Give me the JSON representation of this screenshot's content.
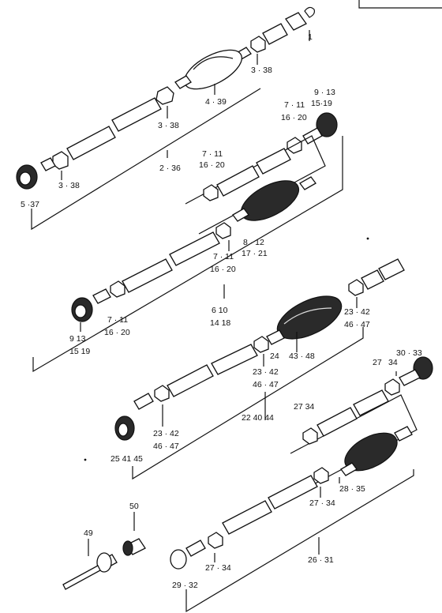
{
  "labels": {
    "l1": "1",
    "l4_39": "4 · 39",
    "l3_38_a": "3 · 38",
    "l3_38_b": "3 · 38",
    "l3_38_c": "3 · 38",
    "l9_13_a": "9 · 13",
    "l15_19_a": "15·19",
    "l7_11_a": "7 · 11",
    "l16_20_a": "16 · 20",
    "l7_11_b": "7 · 11",
    "l16_20_b": "16 · 20",
    "l2_36": "2 · 36",
    "l5_37": "5 ·37",
    "l8_12": "8 · 12",
    "l17_21": "17 · 21",
    "l7_11_c": "7 · 11",
    "l16_20_c": "16 · 20",
    "l6_10": "6   10",
    "l14_18": "14   18",
    "l9_13_b": "9   13",
    "l15_19_b": "15   19",
    "l7_11_d": "7 · 11",
    "l16_20_d": "16 · 20",
    "l23_42_a": "23 · 42",
    "l46_47_a": "46 · 47",
    "l24": "24",
    "l43_48": "43 · 48",
    "l23_42_b": "23 · 42",
    "l46_47_b": "46 · 47",
    "l22_40_44": "22   40   44",
    "l30_33": "30 · 33",
    "l27_34_a": "27",
    "l34": "34",
    "l27_34_b": "27   34",
    "l23_42_c": "23 · 42",
    "l46_47_c": "46 · 47",
    "l25_41_45": "25   41   45",
    "l28_35": "28 · 35",
    "l27_34_c": "27 · 34",
    "l50": "50",
    "l49": "49",
    "l27_34_d": "27 · 34",
    "l26_31": "26 · 31",
    "l29_32": "29 · 32"
  }
}
